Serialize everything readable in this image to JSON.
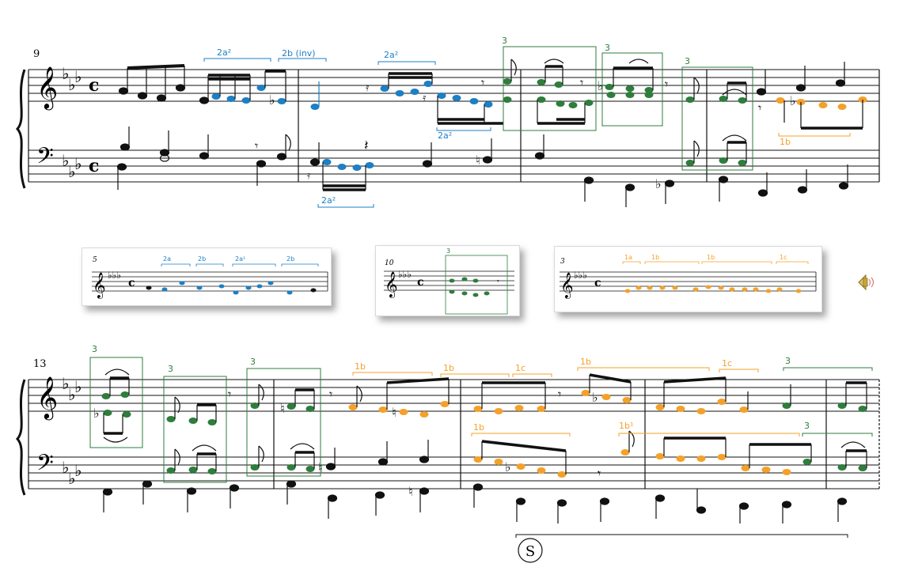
{
  "colors": {
    "blue": "#1d7fc4",
    "green": "#2e7d3c",
    "orange": "#f4a12a",
    "black": "#111111"
  },
  "system1": {
    "measure_number": "9",
    "time_signature": "c",
    "labels": {
      "a": "2a²",
      "b": "2b (inv)",
      "c": "2a²",
      "d": "2a²",
      "e": "2a²",
      "f": "3",
      "g": "3",
      "h": "3",
      "i": "1b"
    }
  },
  "thumbnails": [
    {
      "measure_number": "5",
      "labels": [
        "2a",
        "2b",
        "2a¹",
        "2b"
      ]
    },
    {
      "measure_number": "10",
      "labels": [
        "3"
      ]
    },
    {
      "measure_number": "3",
      "labels": [
        "1a",
        "1b",
        "1b",
        "1c"
      ]
    }
  ],
  "system2": {
    "measure_number": "13",
    "labels": {
      "a": "3",
      "b": "3",
      "c": "3",
      "d": "1b",
      "e": "1b",
      "f": "1c",
      "g": "1b",
      "h": "1c",
      "i": "3",
      "j": "1b",
      "k": "1b¹",
      "l": "3"
    },
    "symbol": "S"
  },
  "icons": {
    "speaker": "speaker-icon"
  }
}
